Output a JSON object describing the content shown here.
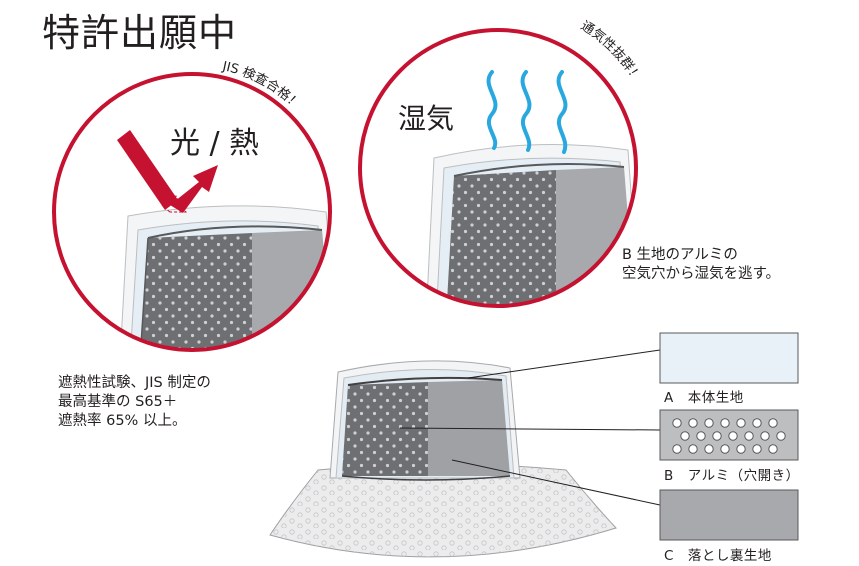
{
  "title": "特許出願中",
  "circle_left": {
    "label": "光 / 熱",
    "arc_text": "JIS 検査合格！",
    "accent": "#c41230"
  },
  "circle_right": {
    "label": "湿気",
    "arc_text": "通気性抜群！",
    "steam_color": "#29a8e0"
  },
  "right_note": [
    "B 生地のアルミの",
    "空気穴から湿気を逃す。"
  ],
  "left_note": [
    "遮熱性試験、JIS 制定の",
    "最高基準の S65＋",
    "遮熱率 65% 以上。"
  ],
  "layers": [
    {
      "label": "A　本体生地",
      "color": "#e8f1f7"
    },
    {
      "label": "B　アルミ（穴開き）",
      "color": "#bdbec0"
    },
    {
      "label": "C　落とし裏生地",
      "color": "#a7a9ac"
    }
  ]
}
